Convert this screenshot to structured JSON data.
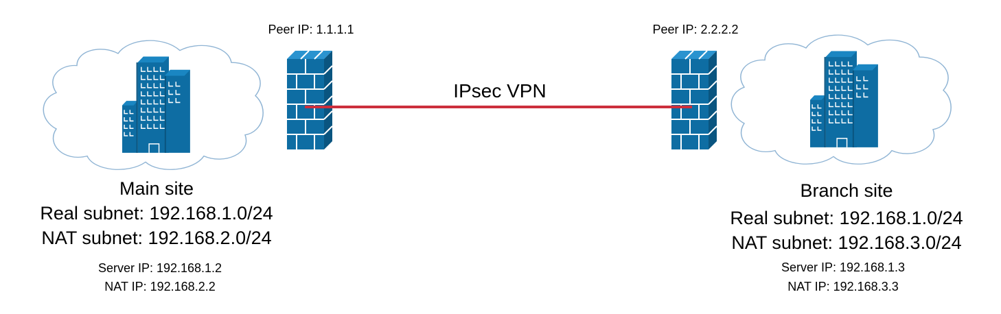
{
  "colors": {
    "building": "#0e6da3",
    "building_dark": "#0a5580",
    "firewall": "#0e6da3",
    "cloud_stroke": "#8fb4d4",
    "vpn_line": "#cc2f3c",
    "text": "#000000",
    "background": "#ffffff"
  },
  "vpn": {
    "label": "IPsec VPN"
  },
  "main_site": {
    "peer_ip": "Peer IP: 1.1.1.1",
    "title": "Main site",
    "real_subnet": "Real subnet: 192.168.1.0/24",
    "nat_subnet": "NAT subnet: 192.168.2.0/24",
    "server_ip": "Server IP: 192.168.1.2",
    "nat_ip": "NAT IP: 192.168.2.2",
    "icons": [
      "cloud-icon",
      "building-icon",
      "firewall-icon"
    ]
  },
  "branch_site": {
    "peer_ip": "Peer IP: 2.2.2.2",
    "title": "Branch site",
    "real_subnet": "Real subnet: 192.168.1.0/24",
    "nat_subnet": "NAT subnet: 192.168.3.0/24",
    "server_ip": "Server IP: 192.168.1.3",
    "nat_ip": "NAT IP: 192.168.3.3",
    "icons": [
      "cloud-icon",
      "building-icon",
      "firewall-icon"
    ]
  }
}
